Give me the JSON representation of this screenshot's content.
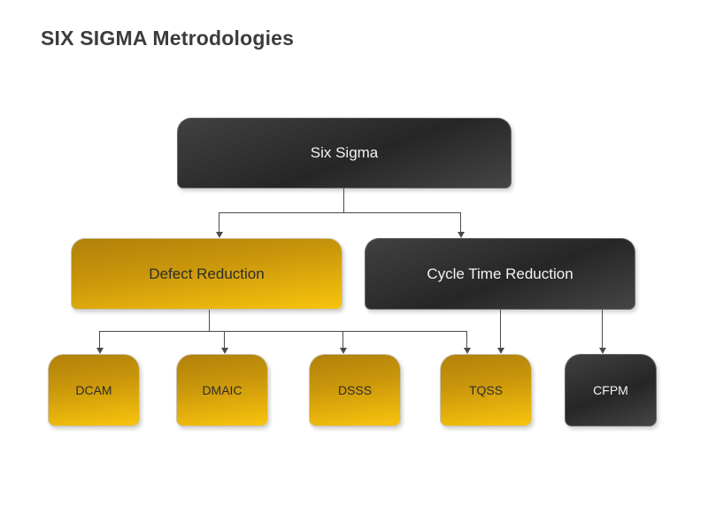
{
  "title": "SIX SIGMA Metrodologies",
  "colors": {
    "gold_top": "#b1810a",
    "gold_bottom": "#f9c40d",
    "dark_box": "#2e2e2e",
    "dark_text": "#2c2c2c",
    "light_text": "#f3f3f3",
    "connector": "#4a4a4a",
    "title_text": "#3c3c3c",
    "background": "#ffffff"
  },
  "diagram": {
    "root": {
      "label": "Six Sigma",
      "style": "dark"
    },
    "level2": [
      {
        "label": "Defect Reduction",
        "style": "gold"
      },
      {
        "label": "Cycle Time Reduction",
        "style": "dark"
      }
    ],
    "level3": [
      {
        "label": "DCAM",
        "style": "gold"
      },
      {
        "label": "DMAIC",
        "style": "gold"
      },
      {
        "label": "DSSS",
        "style": "gold"
      },
      {
        "label": "TQSS",
        "style": "gold"
      },
      {
        "label": "CFPM",
        "style": "dark"
      }
    ],
    "edges": [
      "Six Sigma -> Defect Reduction",
      "Six Sigma -> Cycle Time Reduction",
      "Defect Reduction -> DCAM",
      "Defect Reduction -> DMAIC",
      "Defect Reduction -> DSSS",
      "Defect Reduction -> TQSS",
      "Cycle Time Reduction -> TQSS",
      "Cycle Time Reduction -> CFPM"
    ]
  }
}
